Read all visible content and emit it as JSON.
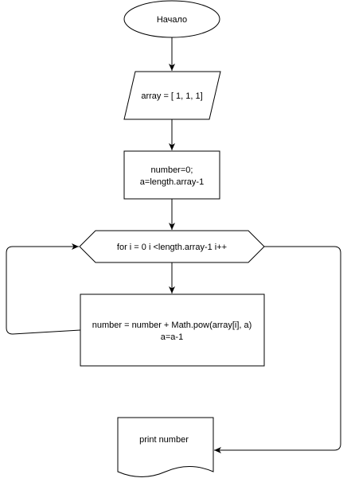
{
  "colors": {
    "stroke": "#000000",
    "fill": "#ffffff",
    "text": "#000000"
  },
  "nodes": {
    "start": {
      "label": "Начало"
    },
    "input": {
      "label": "array = [ 1, 1, 1]"
    },
    "init": {
      "line1": "number=0;",
      "line2": "a=length.array-1"
    },
    "loop": {
      "label": "for i = 0 i <length.array-1 i++"
    },
    "body": {
      "line1": "number = number + Math.pow(array[i], a)",
      "line2": "a=a-1"
    },
    "output": {
      "label": "print number"
    }
  }
}
